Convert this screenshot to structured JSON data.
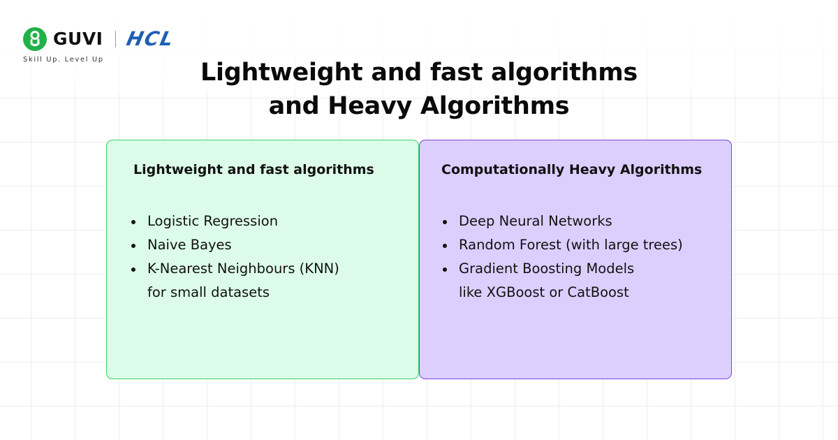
{
  "brand": {
    "guvi_name": "GUVI",
    "partner_name": "HCL",
    "tagline": "Skill Up. Level Up",
    "guvi_color": "#21b149",
    "hcl_color": "#1f5fb4"
  },
  "title": {
    "line1": "Lightweight and fast algorithms",
    "line2": "and Heavy Algorithms"
  },
  "panels": [
    {
      "heading": "Lightweight and fast algorithms",
      "background": "#dcfce9",
      "border_color": "#3fcf6d",
      "items": [
        {
          "lines": [
            "Logistic Regression"
          ]
        },
        {
          "lines": [
            "Naive Bayes"
          ]
        },
        {
          "lines": [
            "K-Nearest Neighbours (KNN)",
            "for small datasets"
          ]
        }
      ]
    },
    {
      "heading": "Computationally Heavy Algorithms",
      "background": "#dccffe",
      "border_color": "#7a46d8",
      "items": [
        {
          "lines": [
            "Deep Neural Networks"
          ]
        },
        {
          "lines": [
            "Random Forest (with large trees)"
          ]
        },
        {
          "lines": [
            "Gradient Boosting Models",
            "like XGBoost or CatBoost"
          ]
        }
      ]
    }
  ]
}
